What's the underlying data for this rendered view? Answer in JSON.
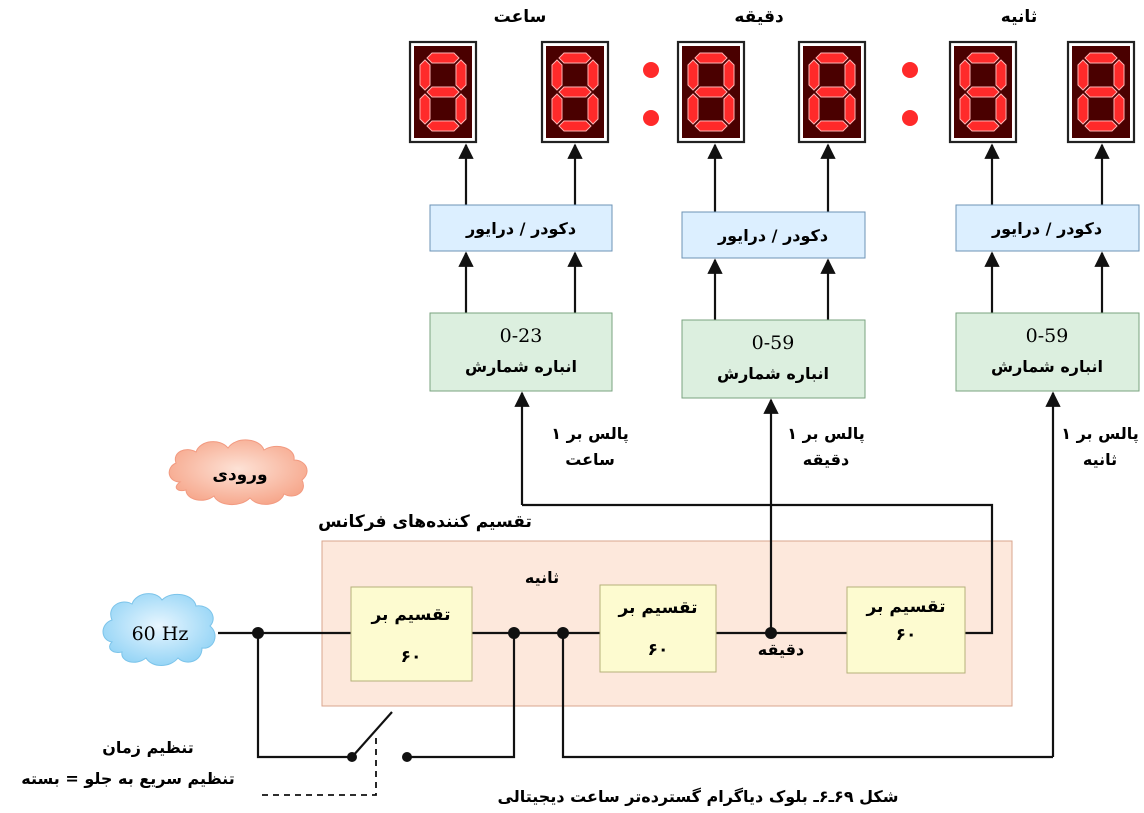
{
  "units": {
    "hours": "ساعت",
    "minutes": "دقیقه",
    "seconds": "ثانیه"
  },
  "decoder_label": "دکودر / درایور",
  "counters": {
    "hours": {
      "range": "0-23",
      "label": "انباره شمارش"
    },
    "minutes": {
      "range": "0-59",
      "label": "انباره شمارش"
    },
    "seconds": {
      "range": "0-59",
      "label": "انباره شمارش"
    }
  },
  "pulses": {
    "hours": {
      "line1": "۱ پالس بر",
      "line2": "ساعت"
    },
    "minutes": {
      "line1": "۱ پالس بر",
      "line2": "دقیقه"
    },
    "seconds": {
      "line1": "۱ پالس بر",
      "line2": "ثانیه"
    }
  },
  "input_cloud": "ورودی",
  "divider_title": "تقسیم کننده‌های فرکانس",
  "divider_box": {
    "line1": "تقسیم بر",
    "line2": "۶۰"
  },
  "divider_tags": {
    "seconds": "ثانیه",
    "minutes": "دقیقه"
  },
  "source": "60 Hz",
  "time_set": "تنظیم زمان",
  "fast_forward": "تنظیم سریع به جلو = بسته",
  "caption": "شکل ۶۹ـ۶ـ بلوک دیاگرام گسترده‌تر ساعت دیجیتالی",
  "colors": {
    "digit": "#ff2a2a",
    "decoder_fill": "#dcefff",
    "counter_fill": "#dcefdf",
    "divider_panel": "#fde8dc",
    "divider_box": "#fdfbd0",
    "cloud_input": "#f7a98f",
    "cloud_source": "#a9dcf7"
  }
}
